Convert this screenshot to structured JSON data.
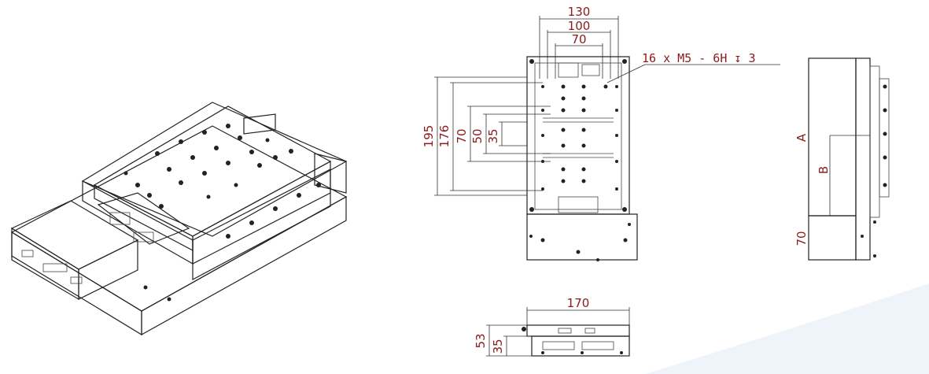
{
  "top_view": {
    "dim_130": "130",
    "dim_100": "100",
    "dim_70_width": "70",
    "dim_195": "195",
    "dim_176": "176",
    "dim_70_height": "70",
    "dim_50": "50",
    "dim_35": "35",
    "hole_callout": "16 x  M5 - 6H ↧ 3"
  },
  "side_view": {
    "label_a": "A",
    "label_b": "B",
    "dim_70": "70"
  },
  "front_view": {
    "dim_170": "170",
    "dim_53": "53",
    "dim_35": "35"
  },
  "colors": {
    "dimension_text": "#8b1a1a",
    "line": "#222222",
    "watermark": "#e8f0f8"
  }
}
